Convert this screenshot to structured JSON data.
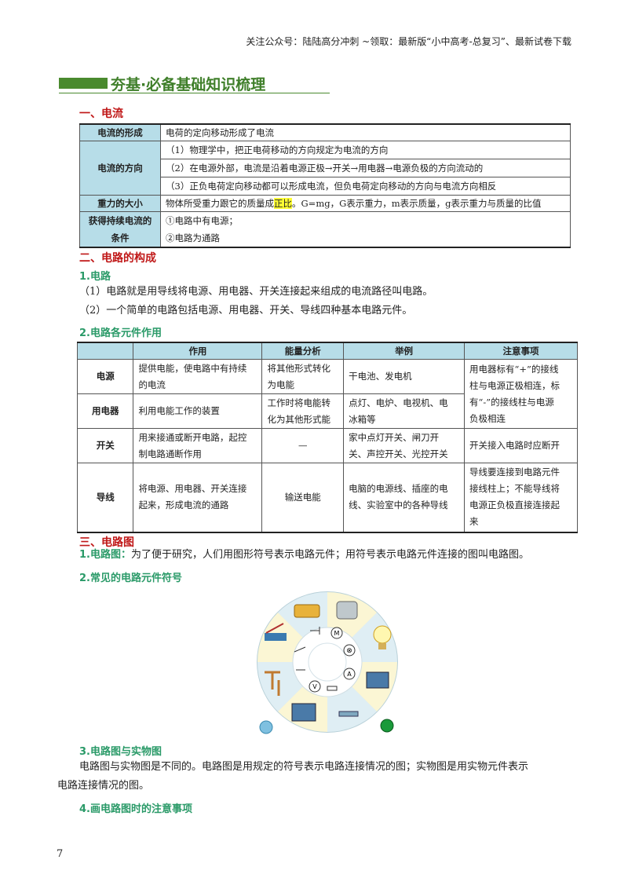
{
  "header_note": "关注公众号：陆陆高分冲刺  ~领取：最新版“小中高考-总复习”、最新试卷下载",
  "banner_title": "夯基·必备基础知识梳理",
  "section1": {
    "title": "一、电流",
    "rows": {
      "formation_label": "电流的形成",
      "formation_text": "电荷的定向移动形成了电流",
      "direction_label": "电流的方向",
      "direction_1": "（1）物理学中，把正电荷移动的方向规定为电流的方向",
      "direction_2": "（2）在电源外部，电流是沿着电源正极→开关→用电器→电源负极的方向流动的",
      "direction_3": "（3）正负电荷定向移动都可以形成电流，但负电荷定向移动的方向与电流方向相反",
      "gravity_label": "重力的大小",
      "gravity_text_a": "物体所受重力跟它的质量成",
      "gravity_text_hl": "正比",
      "gravity_text_b": "。G=mg，G表示重力，m表示质量，g表示重力与质量的比值",
      "condition_label_1": "获得持续电流的",
      "condition_label_2": "条件",
      "condition_1": "①电路中有电源；",
      "condition_2": "②电路为通路"
    }
  },
  "section2": {
    "title": "二、电路的构成",
    "sub1": "1.电路",
    "para1": "（1）电路就是用导线将电源、用电器、开关连接起来组成的电流路径叫电路。",
    "para2": "（2）一个简单的电路包括电源、用电器、开关、导线四种基本电路元件。",
    "sub2": "2.电路各元件作用",
    "table_headers": [
      "",
      "作用",
      "能量分析",
      "举例",
      "注意事项"
    ],
    "rows": {
      "source": {
        "name": "电源",
        "role_1": "提供电能，使电路中有持续",
        "role_2": "的电流",
        "energy_1": "将其他形式转化",
        "energy_2": "为电能",
        "example": "干电池、发电机"
      },
      "appliance": {
        "name": "用电器",
        "role": "利用电能工作的装置",
        "energy_1": "工作时将电能转",
        "energy_2": "化为其他形式能",
        "example_1": "点灯、电炉、电视机、电",
        "example_2": "冰箱等"
      },
      "note_12": [
        "用电器标有“+”的接线",
        "柱与电源正极相连，标",
        "有“-”的接线柱与电源",
        "负极相连"
      ],
      "switch": {
        "name": "开关",
        "role_1": "用来接通或断开电路，起控",
        "role_2": "制电路通断作用",
        "energy": "—",
        "example_1": "家中点灯开关、闸刀开",
        "example_2": "关、声控开关、光控开关",
        "note": "开关接入电路时应断开"
      },
      "wire": {
        "name": "导线",
        "role_1": "将电源、用电器、开关连接",
        "role_2": "起来，形成电流的通路",
        "energy": "输送电能",
        "example_1": "电脑的电源线、插座的电",
        "example_2": "线、实验室中的各种导线",
        "note": [
          "导线要连接到电路元件",
          "接线柱上；不能导线将",
          "电源正负极直接连接起",
          "来"
        ]
      }
    }
  },
  "section3": {
    "title": "三、电路图",
    "def_label": "1.电路图：",
    "def_text": "为了便于研究，人们用图形符号表示电路元件；用符号表示电路元件连接的图叫电路图。",
    "sub2": "2.常见的电路元件符号",
    "symbols": {
      "motor": "M",
      "lamp": "⊗",
      "ammeter": "A",
      "voltmeter": "V"
    },
    "sub3": "3.电路图与实物图",
    "para3_1": "电路图与实物图是不同的。电路图是用规定的符号表示电路连接情况的图；实物图是用实物元件表示",
    "para3_2": "电路连接情况的图。",
    "sub4": "4.画电路图时的注意事项"
  },
  "page_number": "7",
  "colors": {
    "banner_green": "#4a8a2e",
    "section_red": "#c01818",
    "sub_green": "#2a9a68",
    "table_header_blue": "#b7dde8",
    "highlight": "#ffff33"
  }
}
